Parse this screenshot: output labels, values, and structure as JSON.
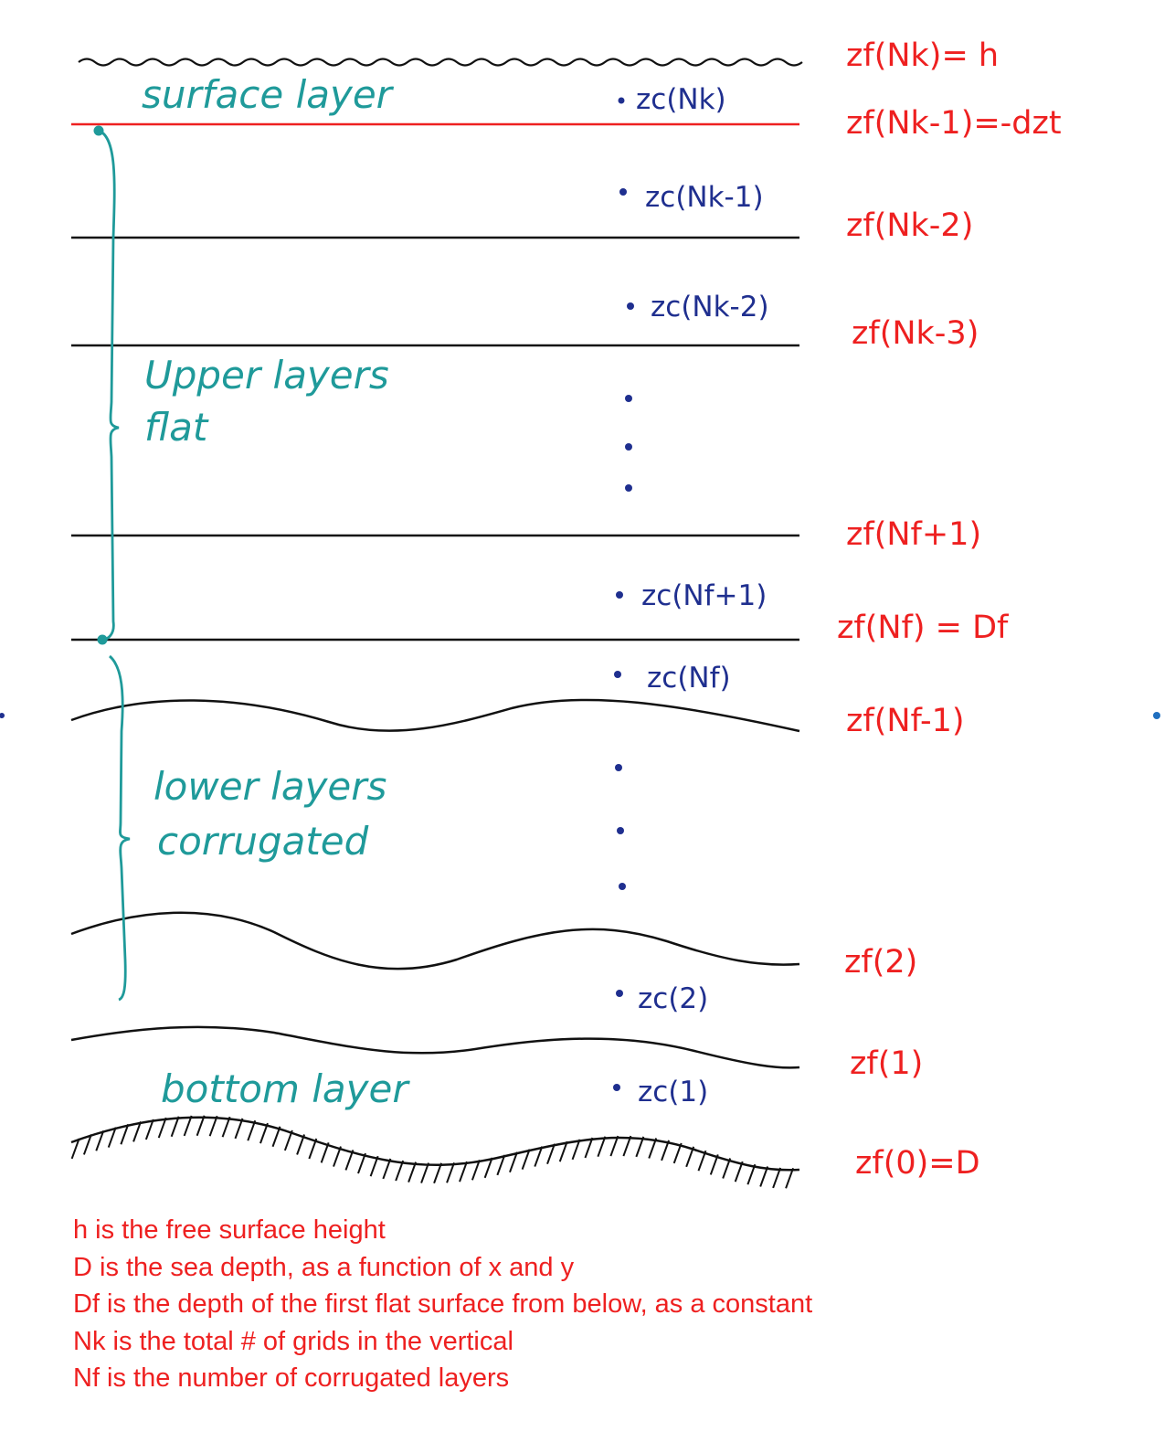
{
  "colors": {
    "surface_line": "#ee2020",
    "layer_line": "#111111",
    "brace": "#1f9a9a",
    "center_labels": "#1f2f8f",
    "face_labels": "#ee2020",
    "notes": "#ee2020"
  },
  "regions": {
    "surface": "surface layer",
    "upper_line1": "Upper layers",
    "upper_line2": "flat",
    "lower_line1": "lower layers",
    "lower_line2": "corrugated",
    "bottom": "bottom layer"
  },
  "center_labels": {
    "nk": "zc(Nk)",
    "nk1": "zc(Nk-1)",
    "nk2": "zc(Nk-2)",
    "nf1": "zc(Nf+1)",
    "nf": "zc(Nf)",
    "two": "zc(2)",
    "one": "zc(1)"
  },
  "face_labels": {
    "nk": "zf(Nk)= h",
    "nk1": "zf(Nk-1)=-dzt",
    "nk2": "zf(Nk-2)",
    "nk3": "zf(Nk-3)",
    "nf1": "zf(Nf+1)",
    "nf": "zf(Nf) = Df",
    "nfm1": "zf(Nf-1)",
    "two": "zf(2)",
    "one": "zf(1)",
    "zero": "zf(0)=D"
  },
  "notes": [
    "h is the free surface height",
    "D is the sea depth, as a function of x and y",
    "Df is the depth of the first flat surface from below, as a constant",
    "Nk is the total # of grids in the vertical",
    "Nf is the number of corrugated layers"
  ]
}
